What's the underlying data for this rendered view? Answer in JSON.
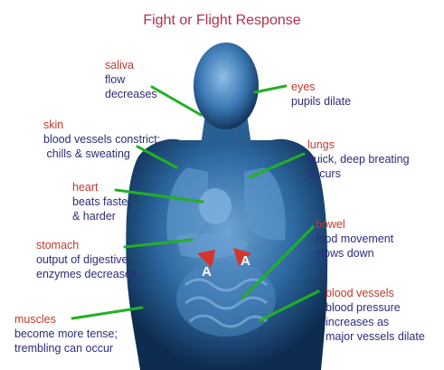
{
  "title": "Fight or Flight Response",
  "labels": {
    "saliva": {
      "head": "saliva",
      "desc": "flow\ndecreases"
    },
    "eyes": {
      "head": "eyes",
      "desc": "pupils dilate"
    },
    "skin": {
      "head": "skin",
      "desc": "blood vessels constrict;\n chills & sweating"
    },
    "lungs": {
      "head": "lungs",
      "desc": "quick, deep breating\noccurs"
    },
    "heart": {
      "head": "heart",
      "desc": "beats faster\n& harder"
    },
    "bowel": {
      "head": "bowel",
      "desc": "food movement\nslows down"
    },
    "stomach": {
      "head": "stomach",
      "desc": "output of digestive\nenzymes decreases"
    },
    "blood_vessels": {
      "head": "blood vessels",
      "desc": "blood pressure\nincreases as\nmajor vessels dilate"
    },
    "muscles": {
      "head": "muscles",
      "desc": "become more tense;\ntrembling can occur"
    }
  },
  "adrenal_marks": [
    "A",
    "A"
  ],
  "colors": {
    "title": "#b0304a",
    "head": "#c0392b",
    "desc": "#2c2c7a",
    "pointer": "#22b022",
    "body": "#2f6fa8",
    "adrenal": "#d9342b"
  }
}
